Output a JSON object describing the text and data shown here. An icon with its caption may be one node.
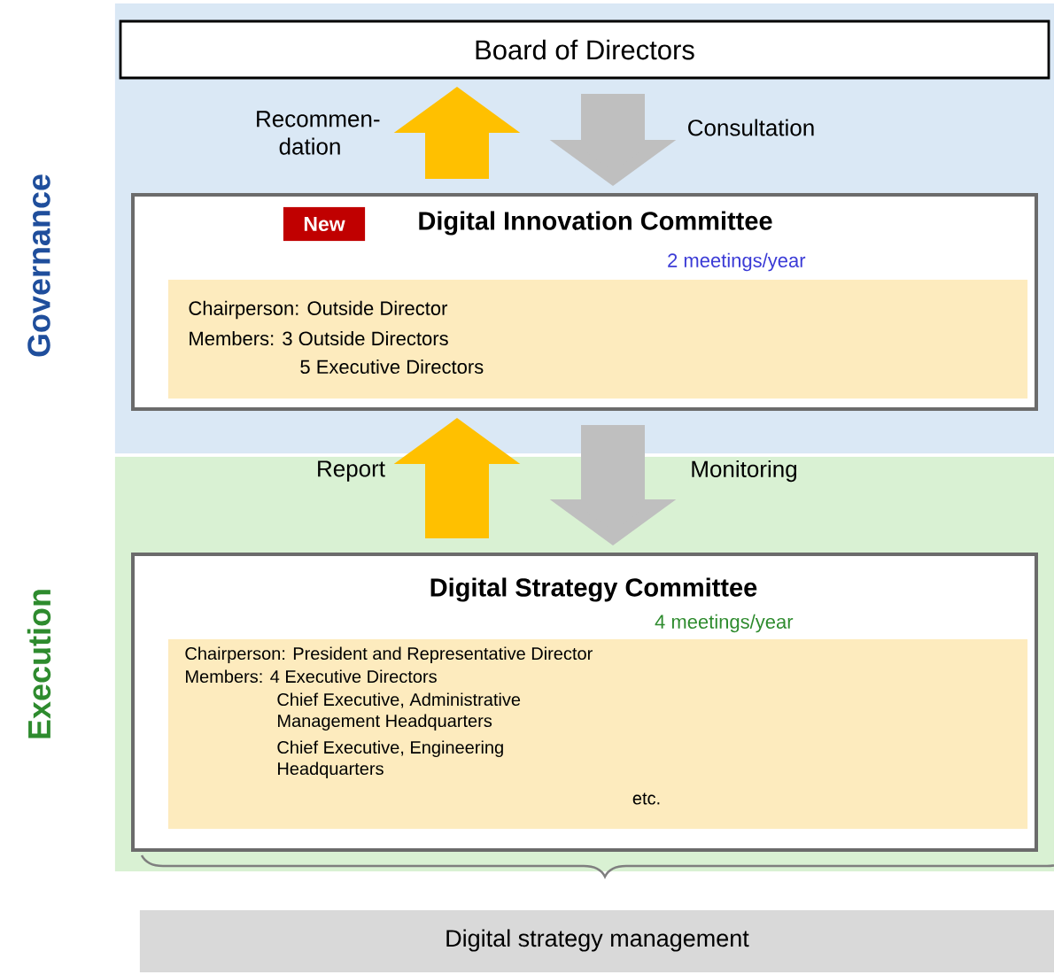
{
  "diagram": {
    "nodes": [
      {
        "text": [
          "Governance"
        ]
      },
      {
        "text": [
          "Board of Directors"
        ],
        "in": 0
      },
      {
        "text": [
          "Digital Innovation Committee",
          "2 meetings/year"
        ],
        "in": 0
      },
      {
        "text": [
          "New"
        ],
        "in": 2
      },
      {
        "text": [
          "Chairperson: Outside Director",
          "Members: 3 Outside Directors",
          "5 Executive Directors"
        ],
        "in": 2
      },
      {
        "text": [
          "Execution"
        ]
      },
      {
        "text": [
          "Digital Strategy Committee",
          "4 meetings/year"
        ],
        "in": 5
      },
      {
        "text": [
          "Chairperson: President and Representative Director",
          "Members: 4 Executive Directors",
          "Chief Executive, Administrative Management Headquarters",
          "Chief Executive, Engineering Headquarters",
          "etc."
        ],
        "in": 6
      },
      {
        "text": [
          "Digital strategy management"
        ]
      }
    ],
    "edges": [
      {
        "from": 2,
        "to": 1,
        "arrow": "to",
        "label": "Recommen- dation",
        "color": "#ffc000"
      },
      {
        "from": 1,
        "to": 2,
        "arrow": "to",
        "label": "Consultation",
        "color": "#bfbfbf"
      },
      {
        "from": 6,
        "to": 2,
        "arrow": "to",
        "label": "Report",
        "color": "#ffc000"
      },
      {
        "from": 2,
        "to": 6,
        "arrow": "to",
        "label": "Monitoring",
        "color": "#bfbfbf"
      }
    ]
  }
}
